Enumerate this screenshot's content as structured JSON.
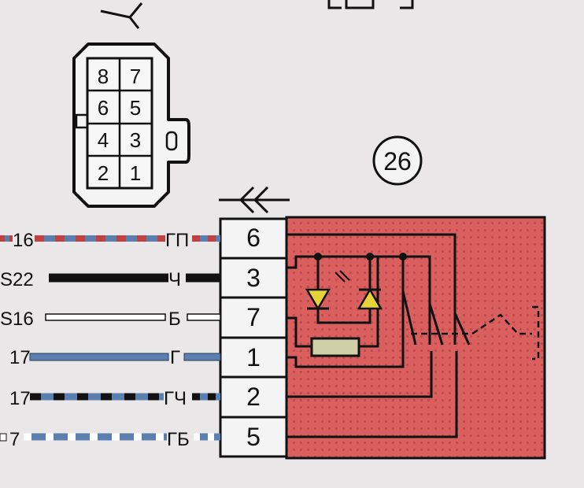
{
  "connector": {
    "pins": [
      {
        "num": "8"
      },
      {
        "num": "7"
      },
      {
        "num": "6"
      },
      {
        "num": "5"
      },
      {
        "num": "4"
      },
      {
        "num": "3"
      },
      {
        "num": "2"
      },
      {
        "num": "1"
      }
    ]
  },
  "component_number": "26",
  "wires": [
    {
      "pin": "6",
      "code": "16",
      "color": "ГП",
      "style": "dashed-red-blue"
    },
    {
      "pin": "3",
      "code": "S22",
      "color": "Ч",
      "style": "black-thick"
    },
    {
      "pin": "7",
      "code": "S16",
      "color": "Б",
      "style": "white"
    },
    {
      "pin": "1",
      "code": "17",
      "color": "Г",
      "style": "blue"
    },
    {
      "pin": "2",
      "code": "17",
      "color": "ГЧ",
      "style": "blue-black"
    },
    {
      "pin": "5",
      "code": "7",
      "color": "ГБ",
      "style": "blue-white"
    }
  ],
  "colors": {
    "background": "#e9e7e8",
    "component_fill": "#d9605f",
    "resistor": "#cfcfa8",
    "diode": "#e8d23a",
    "wire_blue": "#5b7fae",
    "wire_red": "#c0413f",
    "wire_black": "#111111"
  }
}
